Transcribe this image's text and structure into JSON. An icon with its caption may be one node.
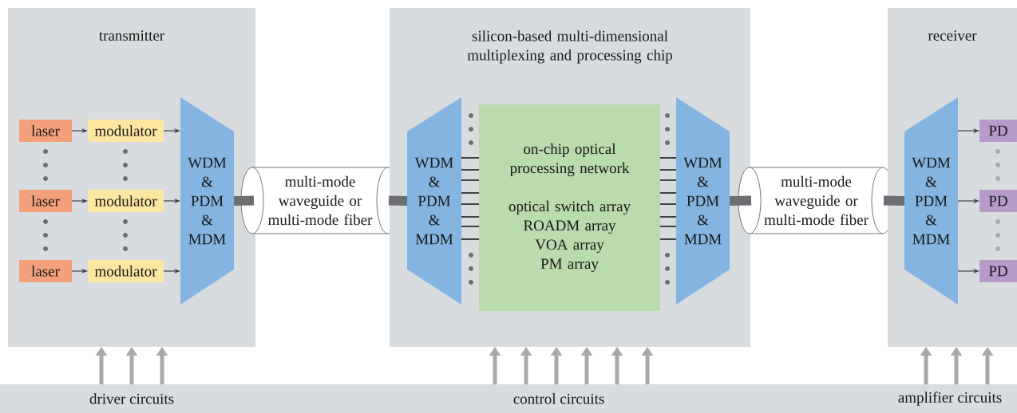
{
  "diagram": {
    "nodes": [
      {
        "text": [
          "transmitter"
        ]
      },
      {
        "text": [
          "laser"
        ],
        "in": 0
      },
      {
        "text": [
          "modulator"
        ],
        "in": 0
      },
      {
        "text": [
          "laser"
        ],
        "in": 0
      },
      {
        "text": [
          "modulator"
        ],
        "in": 0
      },
      {
        "text": [
          "laser"
        ],
        "in": 0
      },
      {
        "text": [
          "modulator"
        ],
        "in": 0
      },
      {
        "text": [
          "WDM & PDM & MDM"
        ],
        "in": 0
      },
      {
        "text": [
          "multi-mode waveguide or multi-mode fiber"
        ]
      },
      {
        "text": [
          "silicon-based multi-dimensional multiplexing and processing chip"
        ]
      },
      {
        "text": [
          "WDM & PDM & MDM"
        ],
        "in": 9
      },
      {
        "text": [
          "on-chip optical processing network",
          "optical switch array",
          "ROADM array",
          "VOA array",
          "PM array"
        ],
        "in": 9
      },
      {
        "text": [
          "WDM & PDM & MDM"
        ],
        "in": 9
      },
      {
        "text": [
          "multi-mode waveguide or multi-mode fiber"
        ]
      },
      {
        "text": [
          "receiver"
        ]
      },
      {
        "text": [
          "WDM & PDM & MDM"
        ],
        "in": 14
      },
      {
        "text": [
          "PD"
        ],
        "in": 14
      },
      {
        "text": [
          "PD"
        ],
        "in": 14
      },
      {
        "text": [
          "PD"
        ],
        "in": 14
      },
      {
        "text": [
          "driver circuits",
          "control circuits",
          "amplifier circuits"
        ]
      }
    ],
    "edges": [
      {
        "from": 1,
        "to": 2,
        "arrow": "to",
        "color": "#404040"
      },
      {
        "from": 3,
        "to": 4,
        "arrow": "to",
        "color": "#404040"
      },
      {
        "from": 5,
        "to": 6,
        "arrow": "to",
        "color": "#404040"
      },
      {
        "from": 2,
        "to": 7,
        "arrow": "to",
        "color": "#404040"
      },
      {
        "from": 4,
        "to": 7,
        "arrow": "to",
        "color": "#404040"
      },
      {
        "from": 6,
        "to": 7,
        "arrow": "to",
        "color": "#404040"
      },
      {
        "from": 7,
        "to": 8,
        "arrow": "none",
        "style": "thick",
        "color": "#6d6e71"
      },
      {
        "from": 8,
        "to": 10,
        "arrow": "none",
        "style": "thick",
        "color": "#6d6e71"
      },
      {
        "from": 10,
        "to": 11,
        "arrow": "none"
      },
      {
        "from": 10,
        "to": 11,
        "arrow": "none"
      },
      {
        "from": 10,
        "to": 11,
        "arrow": "none"
      },
      {
        "from": 10,
        "to": 11,
        "arrow": "none"
      },
      {
        "from": 10,
        "to": 11,
        "arrow": "none"
      },
      {
        "from": 10,
        "to": 11,
        "arrow": "none"
      },
      {
        "from": 10,
        "to": 11,
        "arrow": "none"
      },
      {
        "from": 10,
        "to": 11,
        "arrow": "none"
      },
      {
        "from": 11,
        "to": 12,
        "arrow": "none"
      },
      {
        "from": 11,
        "to": 12,
        "arrow": "none"
      },
      {
        "from": 11,
        "to": 12,
        "arrow": "none"
      },
      {
        "from": 11,
        "to": 12,
        "arrow": "none"
      },
      {
        "from": 11,
        "to": 12,
        "arrow": "none"
      },
      {
        "from": 11,
        "to": 12,
        "arrow": "none"
      },
      {
        "from": 11,
        "to": 12,
        "arrow": "none"
      },
      {
        "from": 11,
        "to": 12,
        "arrow": "none"
      },
      {
        "from": 12,
        "to": 13,
        "arrow": "none",
        "style": "thick",
        "color": "#6d6e71"
      },
      {
        "from": 13,
        "to": 15,
        "arrow": "none",
        "style": "thick",
        "color": "#6d6e71"
      },
      {
        "from": 15,
        "to": 16,
        "arrow": "to",
        "color": "#404040"
      },
      {
        "from": 15,
        "to": 17,
        "arrow": "to",
        "color": "#404040"
      },
      {
        "from": 15,
        "to": 18,
        "arrow": "to",
        "color": "#404040"
      },
      {
        "from": 19,
        "to": 0,
        "arrow": "to",
        "style": "thick",
        "color": "#a7a9ac"
      },
      {
        "from": 19,
        "to": 0,
        "arrow": "to",
        "style": "thick",
        "color": "#a7a9ac"
      },
      {
        "from": 19,
        "to": 0,
        "arrow": "to",
        "style": "thick",
        "color": "#a7a9ac"
      },
      {
        "from": 19,
        "to": 9,
        "arrow": "to",
        "style": "thick",
        "color": "#a7a9ac"
      },
      {
        "from": 19,
        "to": 9,
        "arrow": "to",
        "style": "thick",
        "color": "#a7a9ac"
      },
      {
        "from": 19,
        "to": 9,
        "arrow": "to",
        "style": "thick",
        "color": "#a7a9ac"
      },
      {
        "from": 19,
        "to": 9,
        "arrow": "to",
        "style": "thick",
        "color": "#a7a9ac"
      },
      {
        "from": 19,
        "to": 9,
        "arrow": "to",
        "style": "thick",
        "color": "#a7a9ac"
      },
      {
        "from": 19,
        "to": 9,
        "arrow": "to",
        "style": "thick",
        "color": "#a7a9ac"
      },
      {
        "from": 19,
        "to": 14,
        "arrow": "to",
        "style": "thick",
        "color": "#a7a9ac"
      },
      {
        "from": 19,
        "to": 14,
        "arrow": "to",
        "style": "thick",
        "color": "#a7a9ac"
      },
      {
        "from": 19,
        "to": 14,
        "arrow": "to",
        "style": "thick",
        "color": "#a7a9ac"
      }
    ]
  }
}
